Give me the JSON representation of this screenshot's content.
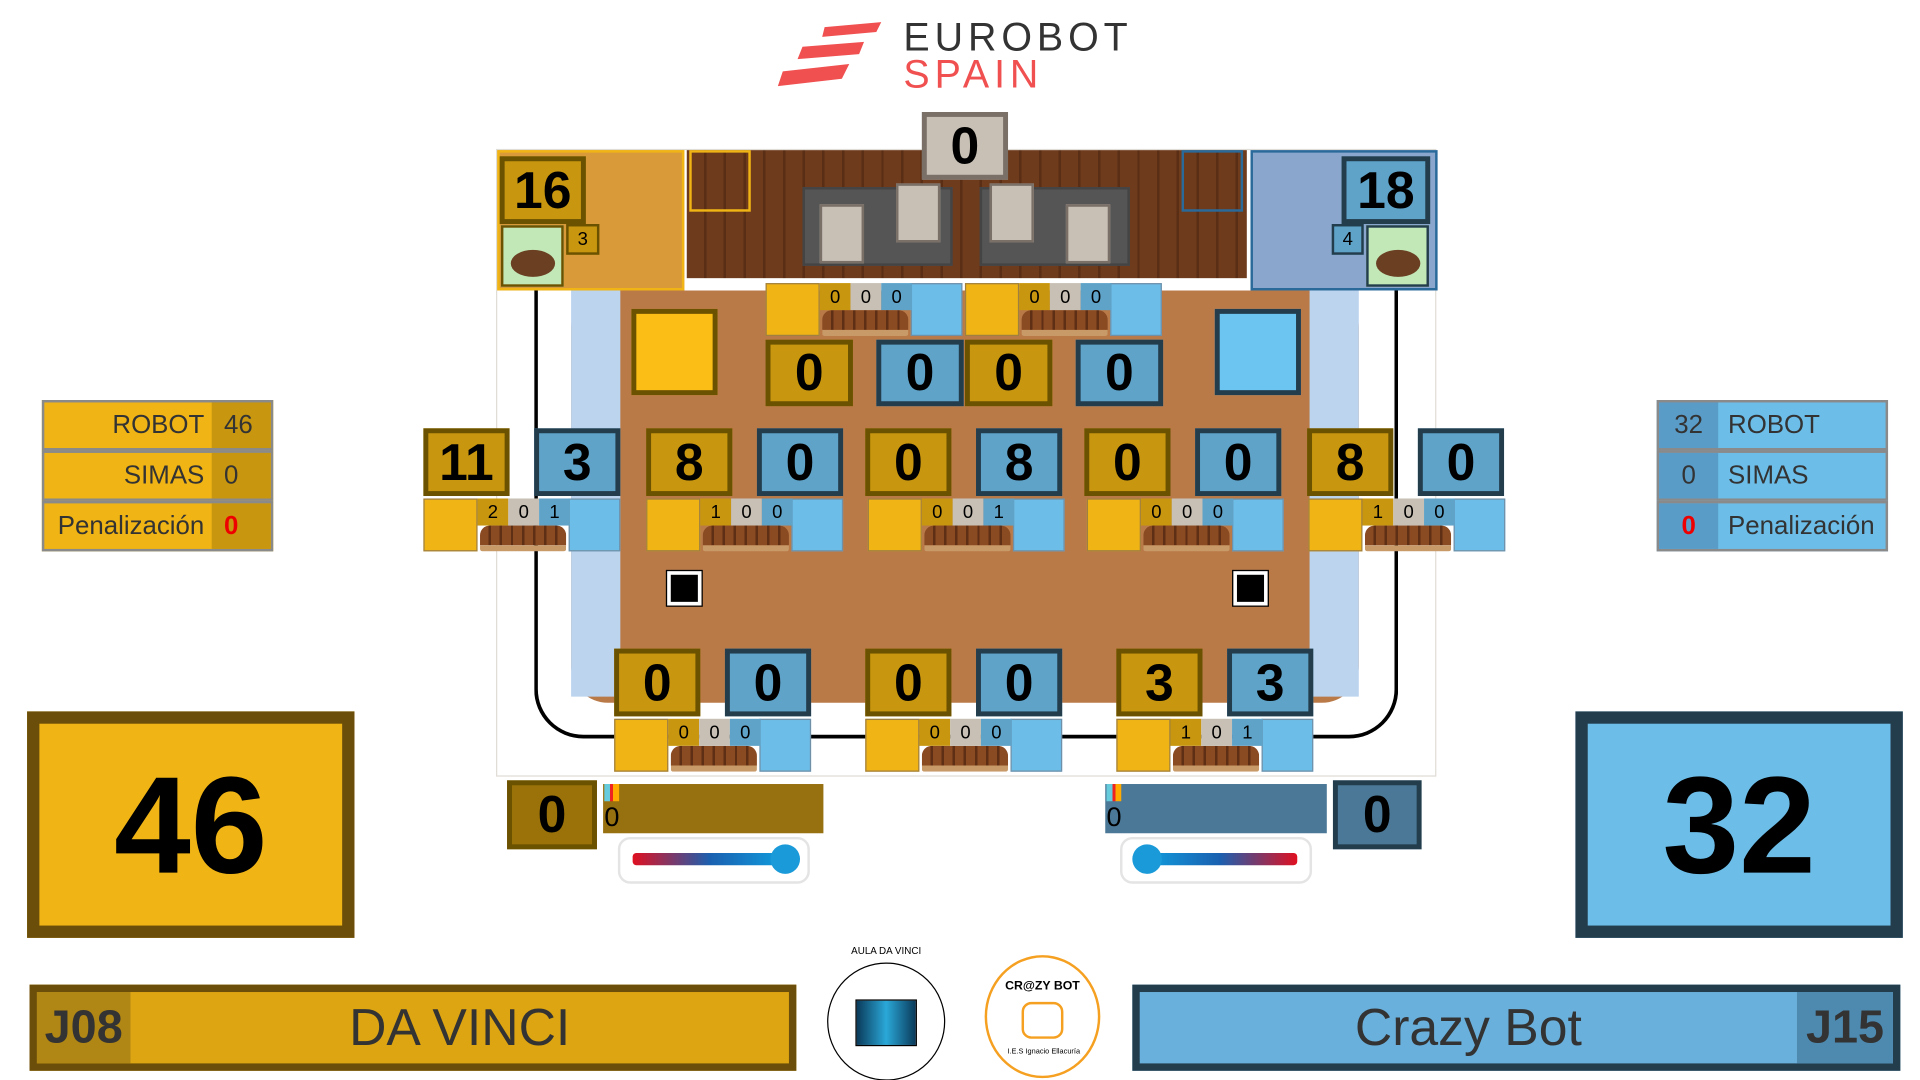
{
  "header": {
    "logo_line1": "EUROBOT",
    "logo_line2": "SPAIN"
  },
  "colors": {
    "yellow": "#f0b414",
    "blue": "#6cbde8",
    "logo_red": "#f05050"
  },
  "field": {
    "center_score": "0",
    "yellow_nest": {
      "score": "16",
      "count": "3"
    },
    "blue_nest": {
      "score": "18",
      "count": "4"
    },
    "top_crates": [
      [
        "0",
        "0",
        "0"
      ],
      [
        "0",
        "0",
        "0"
      ]
    ],
    "top_scores": [
      "0",
      "0",
      "0",
      "0"
    ],
    "middle_scores": [
      "11",
      "3",
      "8",
      "0",
      "0",
      "8",
      "0",
      "0",
      "8",
      "0"
    ],
    "middle_crates": [
      [
        "2",
        "0",
        "1"
      ],
      [
        "1",
        "0",
        "0"
      ],
      [
        "0",
        "0",
        "1"
      ],
      [
        "0",
        "0",
        "0"
      ],
      [
        "1",
        "0",
        "0"
      ]
    ],
    "bottom_scores": [
      "0",
      "0",
      "0",
      "0",
      "3",
      "3"
    ],
    "bottom_crates": [
      [
        "0",
        "0",
        "0"
      ],
      [
        "0",
        "0",
        "0"
      ],
      [
        "1",
        "0",
        "1"
      ]
    ]
  },
  "yellow_team": {
    "panel": [
      {
        "label": "ROBOT",
        "value": "46"
      },
      {
        "label": "SIMAS",
        "value": "0"
      },
      {
        "label": "Penalización",
        "value": "0"
      }
    ],
    "total": "46",
    "code": "J08",
    "name": "DA VINCI",
    "side_score": "0",
    "bar_value": "0",
    "thermometer": 0.0
  },
  "blue_team": {
    "panel": [
      {
        "label": "ROBOT",
        "value": "32"
      },
      {
        "label": "SIMAS",
        "value": "0"
      },
      {
        "label": "Penalización",
        "value": "0"
      }
    ],
    "total": "32",
    "code": "J15",
    "name": "Crazy Bot",
    "side_score": "0",
    "bar_value": "0",
    "thermometer": 0.0
  },
  "logos": {
    "yellow_logo_text": "AULA DA VINCI",
    "blue_logo_text": "CR@ZY BOT",
    "blue_logo_sub": "I.E.S Ignacio Ellacuría"
  }
}
